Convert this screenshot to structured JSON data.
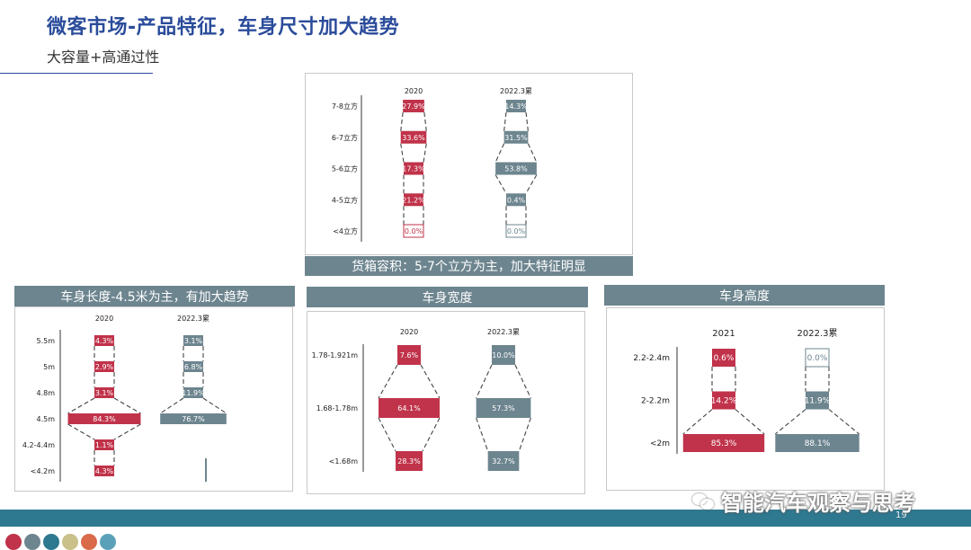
{
  "header": {
    "title": "微客市场-产品特征，车身尺寸加大趋势",
    "subtitle": "大容量+高通过性"
  },
  "colors": {
    "red": "#c0334a",
    "gray": "#6d858f",
    "title_blue": "#2b4c9b",
    "footer": "#2e7890"
  },
  "panels": {
    "cargo": {
      "caption": "货箱容积：5-7个立方为主，加大特征明显",
      "col1": "2020",
      "col2": "2022.3累",
      "rows": [
        "7-8立方",
        "6-7立方",
        "5-6立方",
        "4-5立方",
        "<4立方"
      ],
      "v1": [
        27.9,
        33.6,
        17.3,
        21.2,
        0.0
      ],
      "v2": [
        14.3,
        31.5,
        53.8,
        0.4,
        0.0
      ],
      "l1": [
        "27.9%",
        "33.6%",
        "17.3%",
        "21.2%",
        "0.0%"
      ],
      "l2": [
        "14.3%",
        "31.5%",
        "53.8%",
        "0.4%",
        "0.0%"
      ]
    },
    "length": {
      "caption": "车身长度-4.5米为主，有加大趋势",
      "col1": "2020",
      "col2": "2022.3累",
      "rows": [
        "5.5m",
        "5m",
        "4.8m",
        "4.5m",
        "4.2-4.4m",
        "<4.2m"
      ],
      "v1": [
        4.3,
        2.9,
        3.1,
        84.3,
        1.1,
        4.3
      ],
      "v2": [
        3.1,
        6.8,
        11.9,
        76.7,
        0,
        0
      ],
      "l1": [
        "4.3%",
        "2.9%",
        "3.1%",
        "84.3%",
        "1.1%",
        "4.3%"
      ],
      "l2": [
        "3.1%",
        "6.8%",
        "11.9%",
        "76.7%",
        "",
        ""
      ]
    },
    "width": {
      "caption": "车身宽度",
      "col1": "2020",
      "col2": "2022.3累",
      "rows": [
        "1.78-1.921m",
        "1.68-1.78m",
        "<1.68m"
      ],
      "v1": [
        7.6,
        64.1,
        28.3
      ],
      "v2": [
        10.0,
        57.3,
        32.7
      ],
      "l1": [
        "7.6%",
        "64.1%",
        "28.3%"
      ],
      "l2": [
        "10.0%",
        "57.3%",
        "32.7%"
      ]
    },
    "height": {
      "caption": "车身高度",
      "col1": "2021",
      "col2": "2022.3累",
      "rows": [
        "2.2-2.4m",
        "2-2.2m",
        "<2m"
      ],
      "v1": [
        0.6,
        14.2,
        85.3
      ],
      "v2": [
        0.0,
        11.9,
        88.1
      ],
      "l1": [
        "0.6%",
        "14.2%",
        "85.3%"
      ],
      "l2": [
        "0.0%",
        "11.9%",
        "88.1%"
      ]
    }
  },
  "footer": {
    "page": "19",
    "watermark": "智能汽车观察与思考",
    "watermark_icon": "wechat-icon"
  },
  "logo_colors": [
    "#c0334a",
    "#6d858f",
    "#2e7890",
    "#c9c08a",
    "#d96a4a",
    "#5aa0b8"
  ]
}
